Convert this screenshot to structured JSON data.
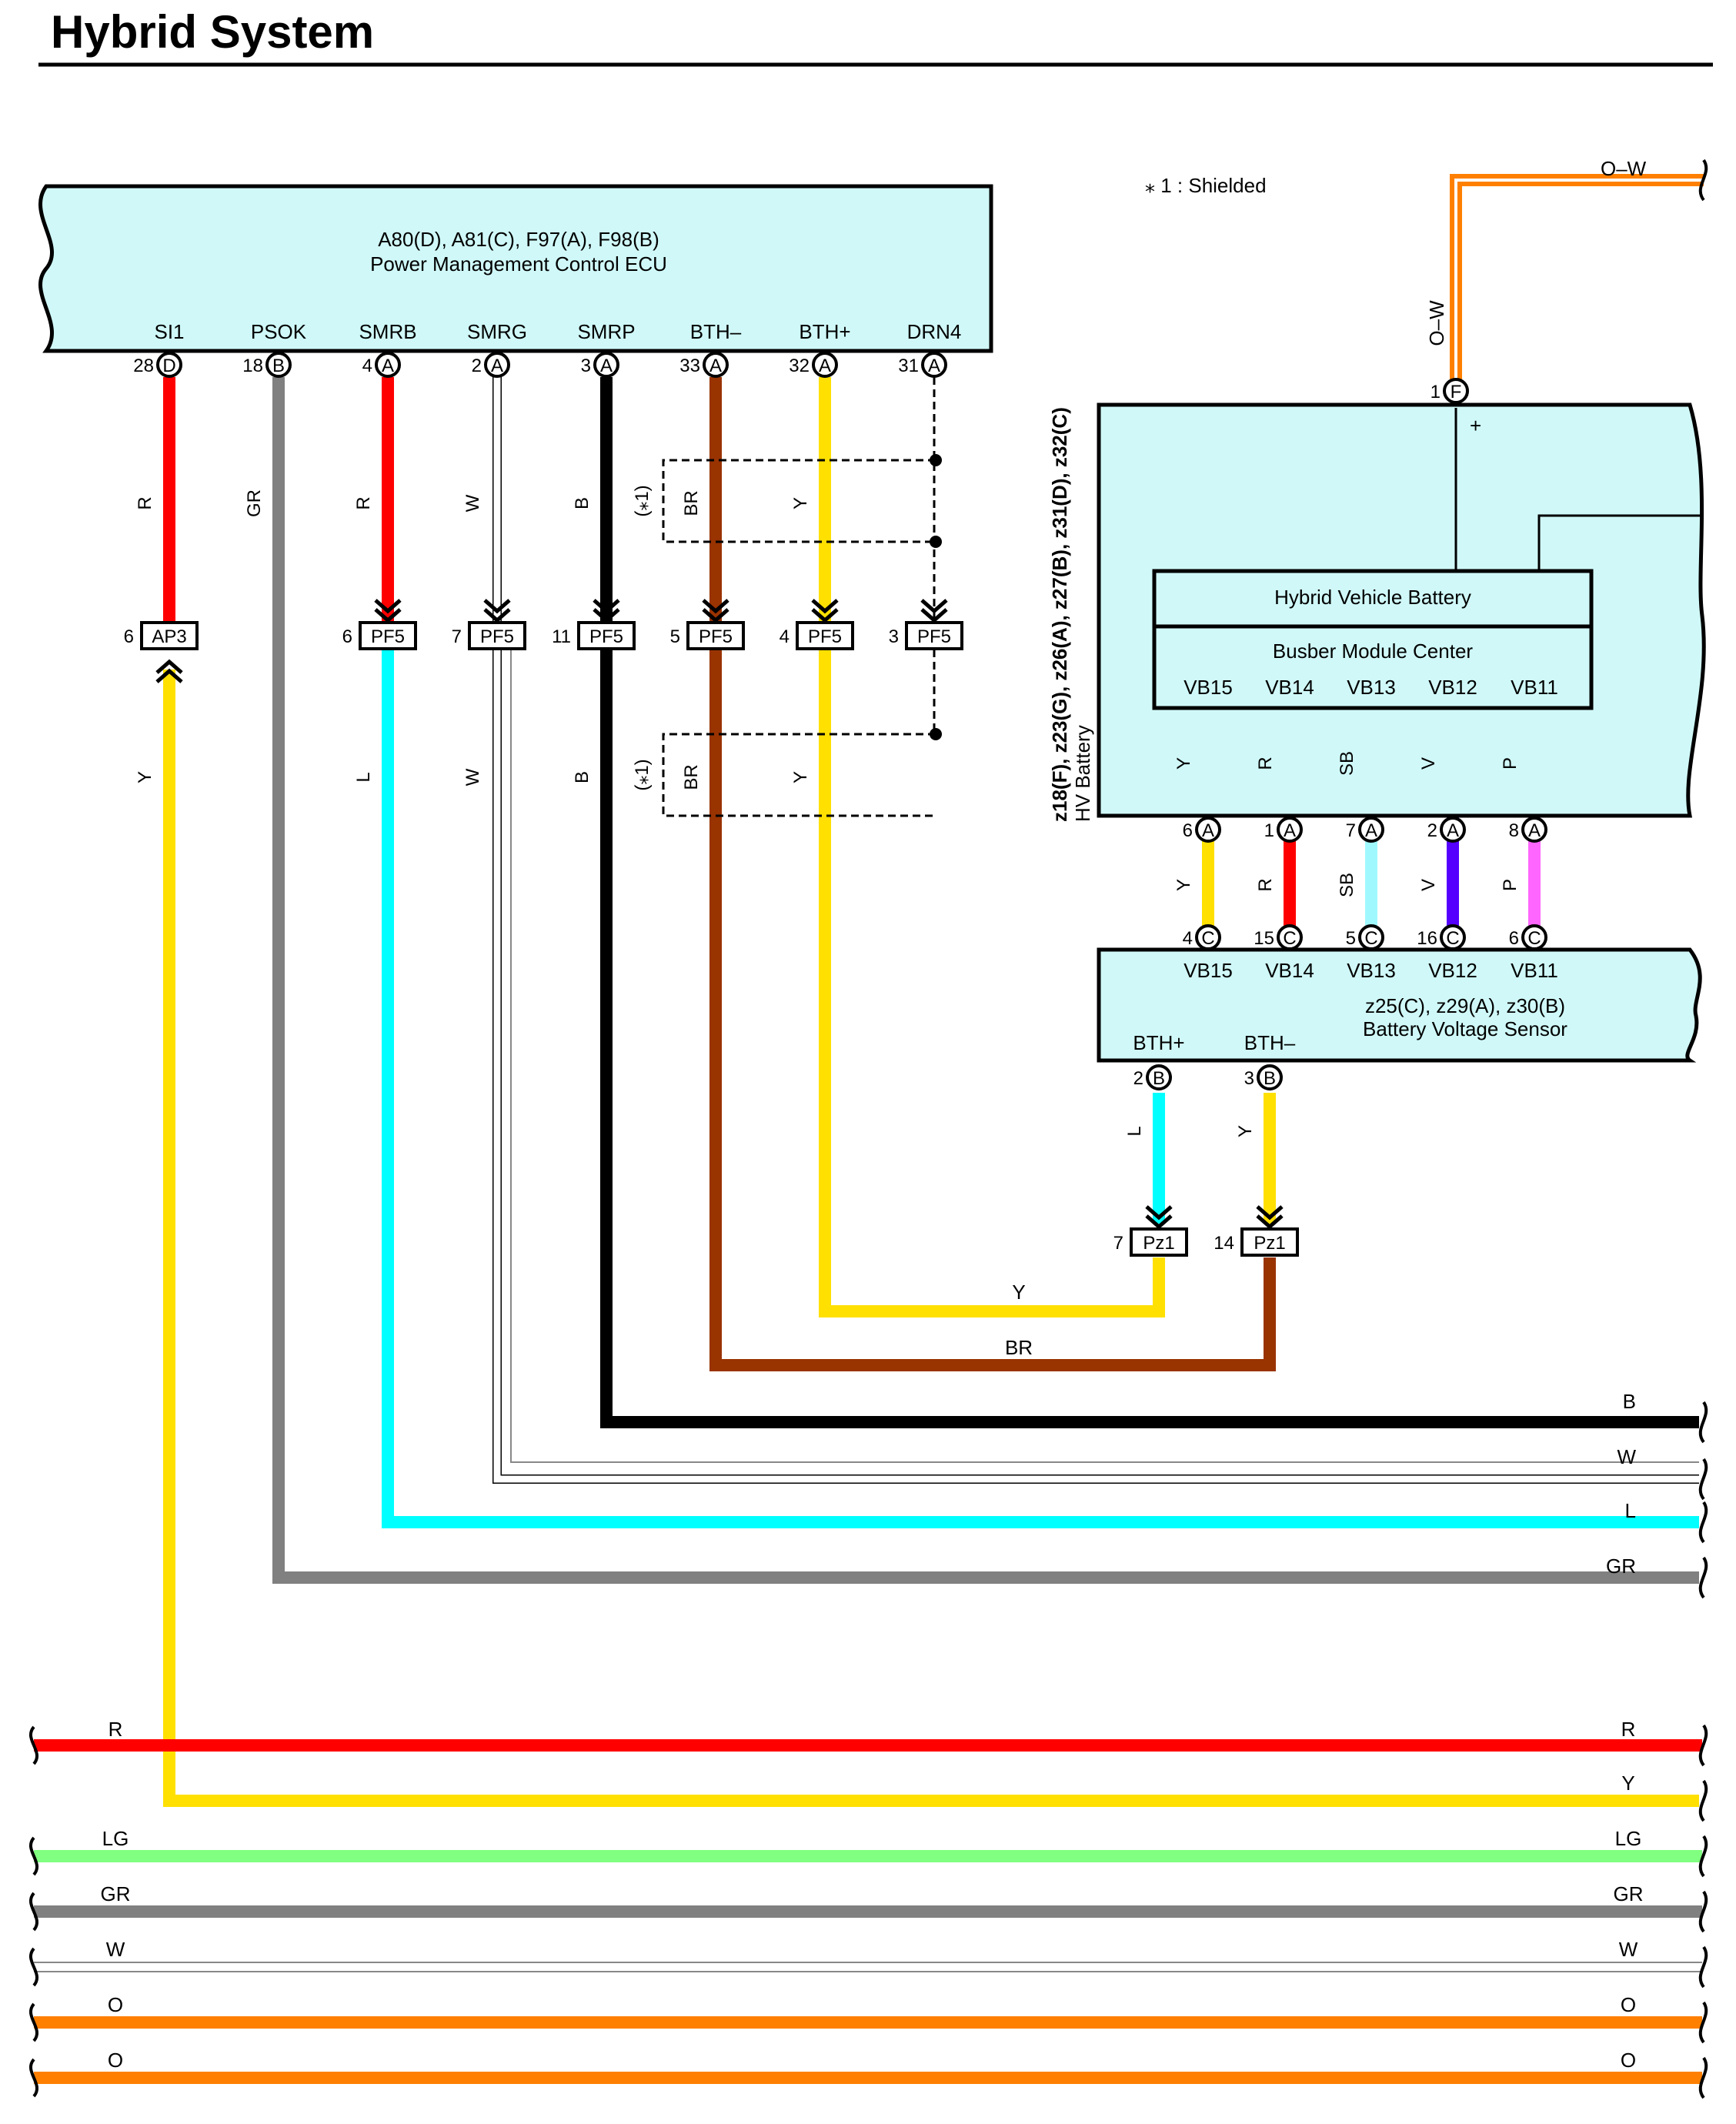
{
  "page": {
    "title": "Hybrid System"
  },
  "note": "⁎ 1 : Shielded",
  "colors": {
    "box_fill": "#d0f8f8",
    "R": "#ff0000",
    "GR": "#808080",
    "W": "#ffffff",
    "B": "#000000",
    "BR": "#993300",
    "Y": "#ffe000",
    "L": "#00ffff",
    "SB": "#a0f8ff",
    "V": "#5500ff",
    "P": "#ff66ff",
    "LG": "#80ff80",
    "O": "#ff8000",
    "O-W": "#ff8000"
  },
  "ecu": {
    "connectors": "A80(D), A81(C), F97(A), F98(B)",
    "name": "Power Management Control ECU",
    "pins": [
      {
        "label": "SI1",
        "num": "28",
        "conn": "D"
      },
      {
        "label": "PSOK",
        "num": "18",
        "conn": "B"
      },
      {
        "label": "SMRB",
        "num": "4",
        "conn": "A"
      },
      {
        "label": "SMRG",
        "num": "2",
        "conn": "A"
      },
      {
        "label": "SMRP",
        "num": "3",
        "conn": "A"
      },
      {
        "label": "BTH–",
        "num": "33",
        "conn": "A"
      },
      {
        "label": "BTH+",
        "num": "32",
        "conn": "A"
      },
      {
        "label": "DRN4",
        "num": "31",
        "conn": "A"
      }
    ]
  },
  "ecu_wire_colors_upper": [
    "R",
    "GR",
    "R",
    "W",
    "B",
    "BR",
    "Y"
  ],
  "ecu_wire_colors_lower": [
    "Y",
    "L",
    "W",
    "B",
    "BR",
    "Y"
  ],
  "shield_label": "(⁎1)",
  "junctions": [
    {
      "num": "6",
      "name": "AP3"
    },
    {
      "num": "6",
      "name": "PF5"
    },
    {
      "num": "7",
      "name": "PF5"
    },
    {
      "num": "11",
      "name": "PF5"
    },
    {
      "num": "5",
      "name": "PF5"
    },
    {
      "num": "4",
      "name": "PF5"
    },
    {
      "num": "3",
      "name": "PF5"
    }
  ],
  "hv_battery": {
    "connectors": "z18(F), z23(G), z26(A), z27(B), z31(D), z32(C)",
    "name": "HV Battery",
    "pin_top": {
      "num": "1",
      "conn": "F"
    },
    "plus": "+",
    "wire_top": "O–W",
    "inner_title": "Hybrid Vehicle Battery",
    "busbar_title": "Busber Module Center",
    "cells": [
      "VB15",
      "VB14",
      "VB13",
      "VB12",
      "VB11"
    ],
    "cell_wire_colors": [
      "Y",
      "R",
      "SB",
      "V",
      "P"
    ],
    "bottom_pins": [
      {
        "num": "6",
        "conn": "A"
      },
      {
        "num": "1",
        "conn": "A"
      },
      {
        "num": "7",
        "conn": "A"
      },
      {
        "num": "2",
        "conn": "A"
      },
      {
        "num": "8",
        "conn": "A"
      }
    ]
  },
  "voltage_sensor": {
    "connectors": "z25(C), z29(A), z30(B)",
    "name": "Battery Voltage Sensor",
    "top_pins": [
      {
        "num": "4",
        "conn": "C"
      },
      {
        "num": "15",
        "conn": "C"
      },
      {
        "num": "5",
        "conn": "C"
      },
      {
        "num": "16",
        "conn": "C"
      },
      {
        "num": "6",
        "conn": "C"
      }
    ],
    "cells": [
      "VB15",
      "VB14",
      "VB13",
      "VB12",
      "VB11"
    ],
    "bottom_labels": [
      "BTH+",
      "BTH–"
    ],
    "bottom_pins": [
      {
        "num": "2",
        "conn": "B"
      },
      {
        "num": "3",
        "conn": "B"
      }
    ],
    "bottom_wire_colors": [
      "L",
      "Y"
    ]
  },
  "pz1_junctions": [
    {
      "num": "7",
      "name": "Pz1"
    },
    {
      "num": "14",
      "name": "Pz1"
    }
  ],
  "bus_labels": [
    "Y",
    "BR"
  ],
  "right_exits": [
    "B",
    "W",
    "L",
    "GR"
  ],
  "bottom_bus": [
    {
      "left": "R",
      "right": "R"
    },
    {
      "left": "",
      "right": "Y"
    },
    {
      "left": "LG",
      "right": "LG"
    },
    {
      "left": "GR",
      "right": "GR"
    },
    {
      "left": "W",
      "right": "W"
    },
    {
      "left": "O",
      "right": "O"
    },
    {
      "left": "O",
      "right": "O"
    }
  ]
}
